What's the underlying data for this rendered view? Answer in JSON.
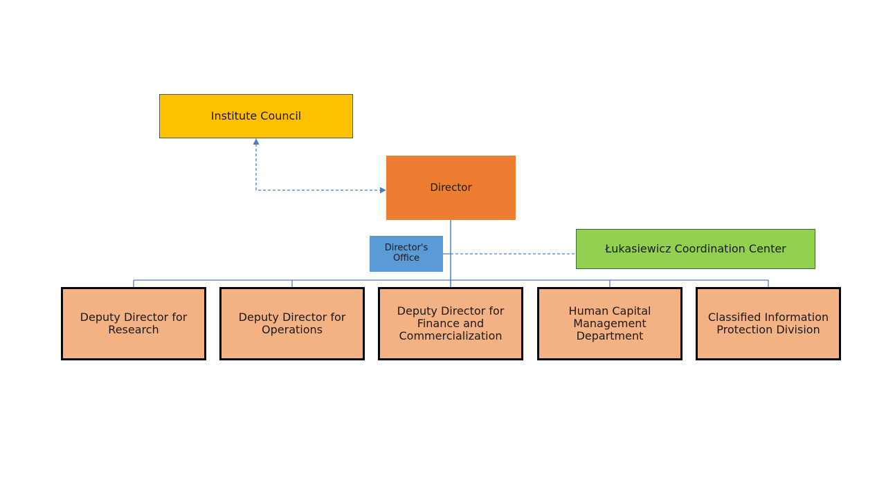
{
  "diagram": {
    "institute_council": "Institute Council",
    "director": "Director",
    "directors_office": "Director's Office",
    "coordination_center": "Łukasiewicz Coordination Center",
    "units": [
      "Deputy Director for Research",
      "Deputy Director for Operations",
      "Deputy Director for Finance and Commercialization",
      "Human Capital Management Department",
      "Classified Information Protection Division"
    ],
    "colors": {
      "council": "#ffc000",
      "director": "#ed7d31",
      "office": "#5b9bd5",
      "coordination": "#92d050",
      "units": "#f4b183",
      "connector": "#4a7ebb"
    }
  }
}
